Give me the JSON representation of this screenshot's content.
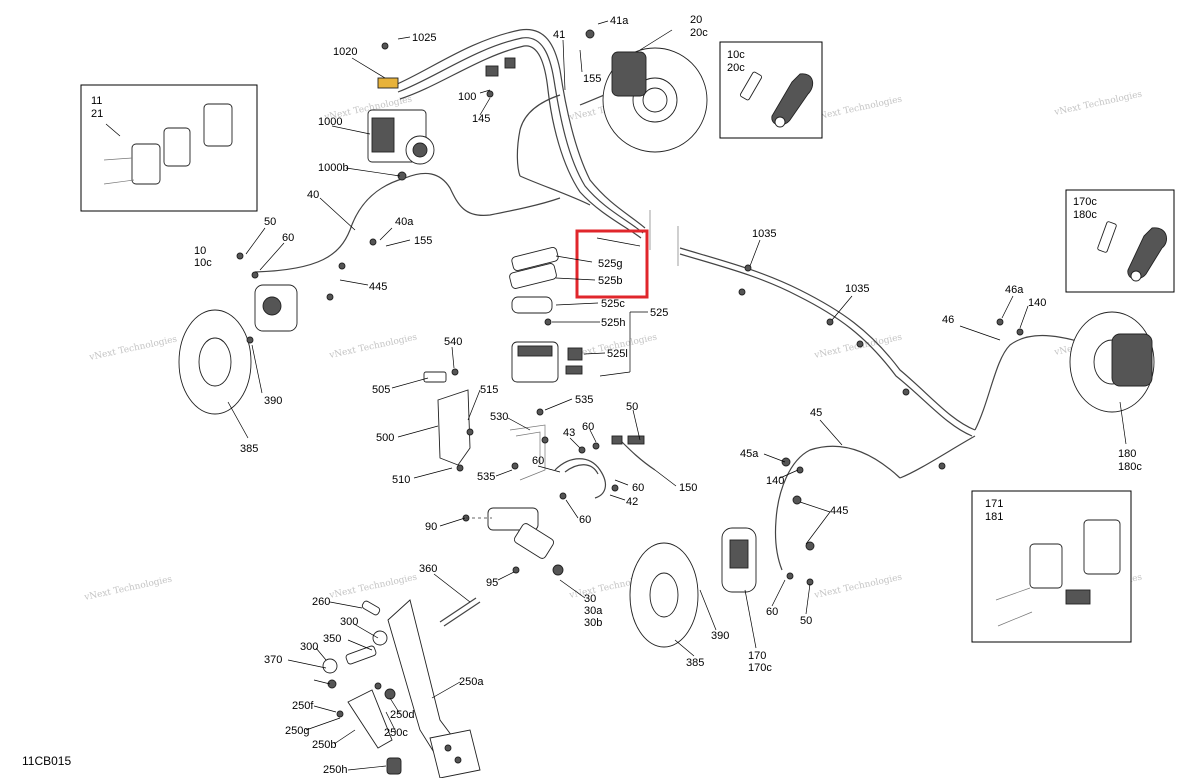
{
  "diagram": {
    "code": "11CB015",
    "watermark": "vNext Technologies",
    "highlight_color": "#e0262b",
    "labels": {
      "l1025": "1025",
      "l1020": "1020",
      "l1000": "1000",
      "l1000b": "1000b",
      "l41": "41",
      "l41a": "41a",
      "l155a": "155",
      "l20": "20",
      "l20c": "20c",
      "l100": "100",
      "l145": "145",
      "l40": "40",
      "l40a": "40a",
      "l155b": "155",
      "l50a": "50",
      "l60a": "60",
      "l10": "10",
      "l10c": "10c",
      "l445a": "445",
      "l390a": "390",
      "l385a": "385",
      "l525g": "525g",
      "l525b": "525b",
      "l525c": "525c",
      "l525h": "525h",
      "l525": "525",
      "l525l": "525l",
      "l540": "540",
      "l505": "505",
      "l515": "515",
      "l500": "500",
      "l510": "510",
      "l530": "530",
      "l535a": "535",
      "l535b": "535",
      "l60b": "60",
      "l43": "43",
      "l50b": "50",
      "l60c": "60",
      "l60d": "60",
      "l42": "42",
      "l150": "150",
      "l60e": "60",
      "l90": "90",
      "l95": "95",
      "l360": "360",
      "l260": "260",
      "l300a": "300",
      "l350": "350",
      "l300b": "300",
      "l370": "370",
      "l250f": "250f",
      "l250g": "250g",
      "l250b": "250b",
      "l250h": "250h",
      "l250d": "250d",
      "l250c": "250c",
      "l250a": "250a",
      "l30": "30",
      "l30a": "30a",
      "l30b": "30b",
      "l390b": "390",
      "l385b": "385",
      "l170": "170",
      "l170c": "170c",
      "l60f": "60",
      "l50c": "50",
      "l445b": "445",
      "l45": "45",
      "l45a": "45a",
      "l140a": "140",
      "l1035a": "1035",
      "l1035b": "1035",
      "l46": "46",
      "l46a": "46a",
      "l140b": "140",
      "l180": "180",
      "l180c": "180c"
    },
    "insets": {
      "pads_front": {
        "l1": "11",
        "l2": "21"
      },
      "bleeder_front": {
        "l1": "10c",
        "l2": "20c"
      },
      "bleeder_rear": {
        "l1": "170c",
        "l2": "180c"
      },
      "pads_rear": {
        "l1": "171",
        "l2": "181"
      }
    }
  }
}
